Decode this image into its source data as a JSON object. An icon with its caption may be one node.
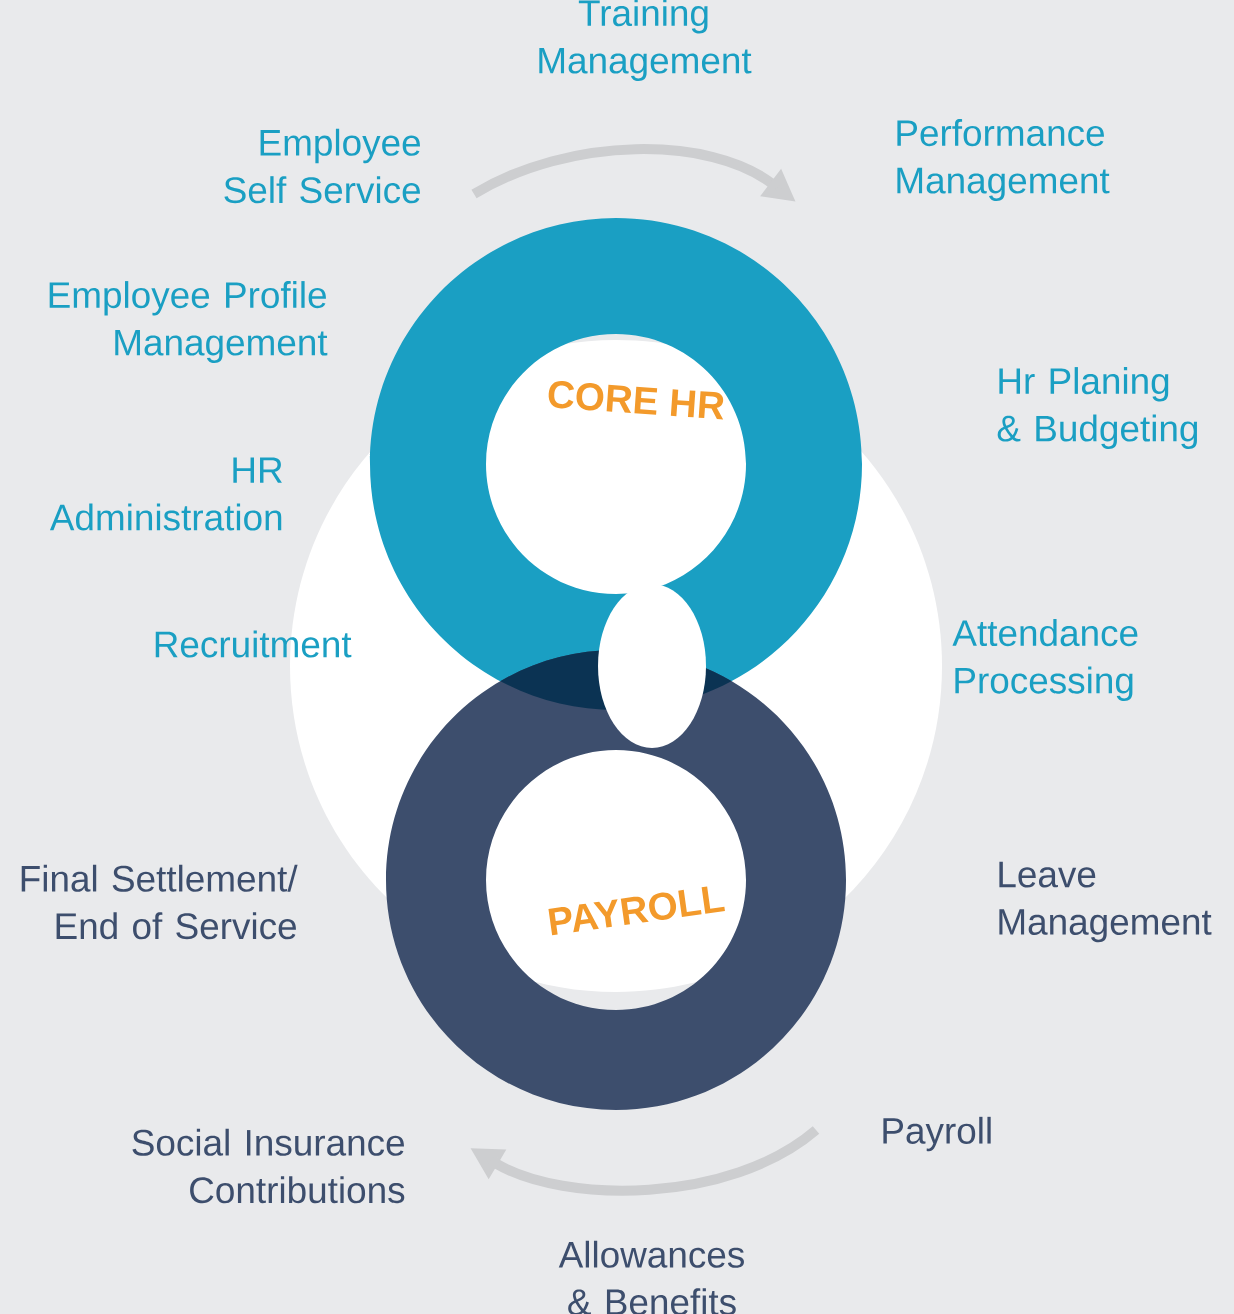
{
  "diagram": {
    "nodes": [
      {
        "text": [
          "CORE HR"
        ]
      },
      {
        "text": [
          "PAYROLL"
        ]
      }
    ],
    "labels": [
      "Training Management",
      "Employee Self Service",
      "Performance Management",
      "Employee Profile Management",
      "Hr  Planing & Budgeting",
      "HR Administration",
      "Recruitment",
      "Attendance Processing",
      "Final Settlement/ End of Service",
      "Leave Management",
      "Payroll",
      "Social Insurance Contributions",
      "Allowances & Benefits"
    ]
  }
}
